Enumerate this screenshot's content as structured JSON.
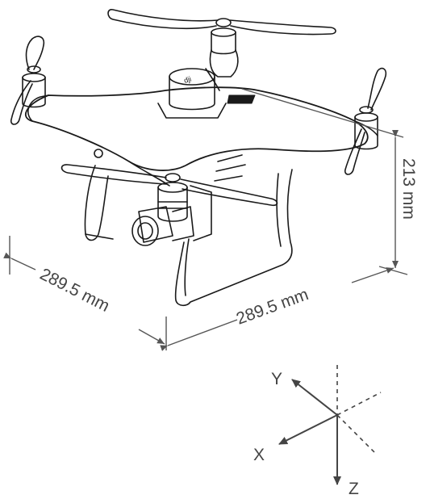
{
  "dimensions": {
    "width_label": "289.5 mm",
    "depth_label": "289.5 mm",
    "height_label": "213 mm"
  },
  "axes": {
    "x_label": "X",
    "y_label": "Y",
    "z_label": "Z"
  },
  "colors": {
    "line": "#1a1a1a",
    "dimension": "#555555",
    "background": "#ffffff"
  }
}
